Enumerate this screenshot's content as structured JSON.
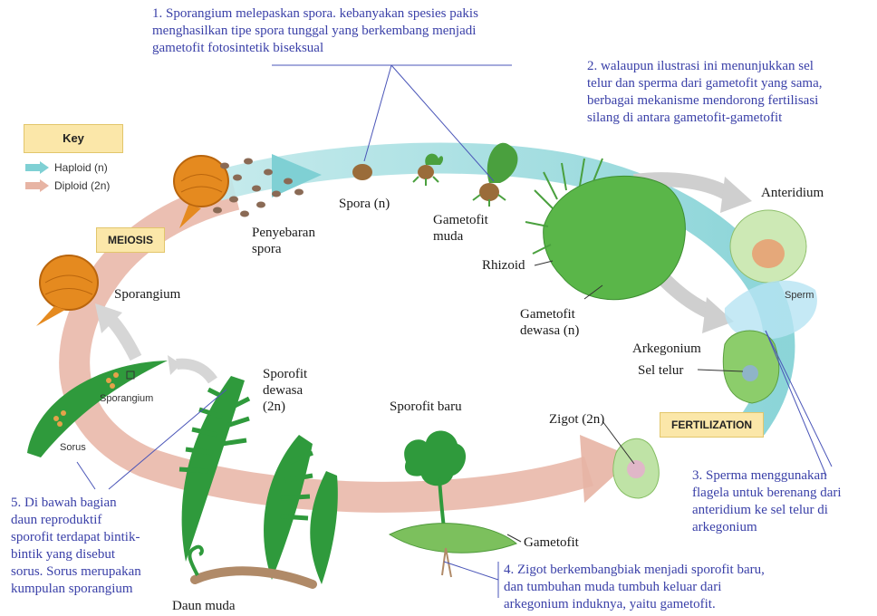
{
  "key": {
    "title": "Key",
    "haploid": "Haploid (n)",
    "diploid": "Diploid (2n)",
    "colors": {
      "haploid": "#7fd0d4",
      "diploid": "#e7b4a4"
    }
  },
  "stages": {
    "meiosis": "MEIOSIS",
    "fertilization": "FERTILIZATION"
  },
  "notes": {
    "n1": "1. Sporangium melepaskan spora. kebanyakan spesies pakis\nmenghasilkan tipe spora tunggal yang berkembang menjadi\ngametofit fotosintetik biseksual",
    "n2": "2. walaupun ilustrasi ini menunjukkan sel\ntelur dan sperma dari gametofit yang sama,\nberbagai mekanisme mendorong fertilisasi\nsilang di antara gametofit-gametofit",
    "n3": "3. Sperma menggunakan\nflagela untuk berenang dari\nanteridium ke sel telur di\narkegonium",
    "n4": "4. Zigot berkembangbiak menjadi sporofit baru,\ndan tumbuhan muda tumbuh keluar dari\narkegonium induknya, yaitu gametofit.",
    "n5": "5. Di bawah bagian\ndaun reproduktif\nsporofit terdapat bintik-\nbintik yang disebut\nsorus. Sorus merupakan\nkumpulan sporangium"
  },
  "labels": {
    "penyebaran": "Penyebaran\nspora",
    "spora": "Spora (n)",
    "gametofit_muda": "Gametofit\nmuda",
    "rhizoid": "Rhizoid",
    "gametofit_dewasa": "Gametofit\ndewasa (n)",
    "anteridium": "Anteridium",
    "sperm": "Sperm",
    "arkegonium": "Arkegonium",
    "sel_telur": "Sel telur",
    "zigot": "Zigot (2n)",
    "sporofit_baru": "Sporofit baru",
    "gametofit": "Gametofit",
    "sporofit_dewasa": "Sporofit\ndewasa\n(2n)",
    "sporangium": "Sporangium",
    "sporangium_small": "Sporangium",
    "sorus": "Sorus",
    "daun_muda": "Daun muda"
  }
}
